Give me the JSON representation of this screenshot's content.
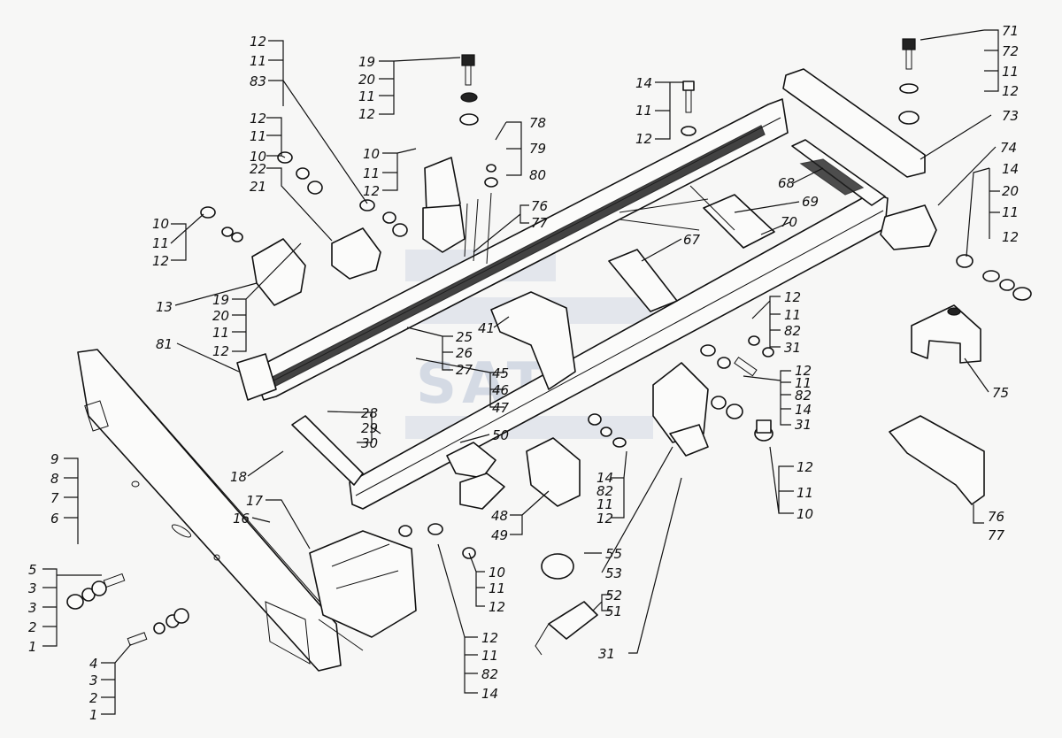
{
  "watermark": "SAT",
  "callouts": [
    {
      "id": "g-12-11-83",
      "labels": [
        "12",
        "11",
        "83"
      ]
    },
    {
      "id": "g-12-11-10",
      "labels": [
        "12",
        "11",
        "10"
      ]
    },
    {
      "id": "g-22-21",
      "labels": [
        "22",
        "21"
      ]
    },
    {
      "id": "g-10-11-12-left",
      "labels": [
        "10",
        "11",
        "12"
      ]
    },
    {
      "id": "g-13",
      "labels": [
        "13"
      ]
    },
    {
      "id": "g-19-20-11-12-left",
      "labels": [
        "19",
        "20",
        "11",
        "12"
      ]
    },
    {
      "id": "g-81",
      "labels": [
        "81"
      ]
    },
    {
      "id": "g-19-20-11-12-top",
      "labels": [
        "19",
        "20",
        "11",
        "12"
      ]
    },
    {
      "id": "g-10-11-12-mid",
      "labels": [
        "10",
        "11",
        "12"
      ]
    },
    {
      "id": "g-78-79-80",
      "labels": [
        "78",
        "79",
        "80"
      ]
    },
    {
      "id": "g-76-77-top",
      "labels": [
        "76",
        "77"
      ]
    },
    {
      "id": "g-14-11-12-top",
      "labels": [
        "14",
        "11",
        "12"
      ]
    },
    {
      "id": "g-71-72-11-12",
      "labels": [
        "71",
        "72",
        "11",
        "12"
      ]
    },
    {
      "id": "g-73",
      "labels": [
        "73"
      ]
    },
    {
      "id": "g-68",
      "labels": [
        "68"
      ]
    },
    {
      "id": "g-69",
      "labels": [
        "69"
      ]
    },
    {
      "id": "g-70",
      "labels": [
        "70"
      ]
    },
    {
      "id": "g-67",
      "labels": [
        "67"
      ]
    },
    {
      "id": "g-74",
      "labels": [
        "74"
      ]
    },
    {
      "id": "g-14-20-11-12-right",
      "labels": [
        "14",
        "20",
        "11",
        "12"
      ]
    },
    {
      "id": "g-12-11-82-31-a",
      "labels": [
        "12",
        "11",
        "82",
        "31"
      ]
    },
    {
      "id": "g-12-11-82-14-31",
      "labels": [
        "12",
        "11",
        "82",
        "14",
        "31"
      ]
    },
    {
      "id": "g-75",
      "labels": [
        "75"
      ]
    },
    {
      "id": "g-25-26-27",
      "labels": [
        "25",
        "26",
        "27"
      ]
    },
    {
      "id": "g-41",
      "labels": [
        "41"
      ]
    },
    {
      "id": "g-45-46-47",
      "labels": [
        "45",
        "46",
        "47"
      ]
    },
    {
      "id": "g-28-29-30",
      "labels": [
        "28",
        "29",
        "30"
      ]
    },
    {
      "id": "g-50",
      "labels": [
        "50"
      ]
    },
    {
      "id": "g-18",
      "labels": [
        "18"
      ]
    },
    {
      "id": "g-12-11-10-right",
      "labels": [
        "12",
        "11",
        "10"
      ]
    },
    {
      "id": "g-76-77-right",
      "labels": [
        "76",
        "77"
      ]
    },
    {
      "id": "g-14-82-11-12",
      "labels": [
        "14",
        "82",
        "11",
        "12"
      ]
    },
    {
      "id": "g-48-49",
      "labels": [
        "48",
        "49"
      ]
    },
    {
      "id": "g-9-8-7-6",
      "labels": [
        "9",
        "8",
        "7",
        "6"
      ]
    },
    {
      "id": "g-17-16",
      "labels": [
        "17",
        "16"
      ]
    },
    {
      "id": "g-55-53",
      "labels": [
        "55",
        "53"
      ]
    },
    {
      "id": "g-5-3-3-2-1",
      "labels": [
        "5",
        "3",
        "3",
        "2",
        "1"
      ]
    },
    {
      "id": "g-10-11-12-bottom",
      "labels": [
        "10",
        "11",
        "12"
      ]
    },
    {
      "id": "g-52-51",
      "labels": [
        "52",
        "51"
      ]
    },
    {
      "id": "g-4-3-2-1",
      "labels": [
        "4",
        "3",
        "2",
        "1"
      ]
    },
    {
      "id": "g-12-11-82-14-bottom",
      "labels": [
        "12",
        "11",
        "82",
        "14"
      ]
    },
    {
      "id": "g-31-bottom",
      "labels": [
        "31"
      ]
    }
  ]
}
